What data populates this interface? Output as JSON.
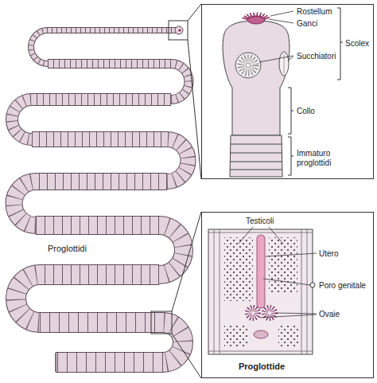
{
  "diagram": {
    "nodes": [
      {
        "text": [
          "Rostellum",
          "Ganci",
          "Scolex",
          "Succhiatori",
          "Collo",
          "Immaturo proglottidi"
        ]
      },
      {
        "text": [
          "Testicoli",
          "Utero",
          "Poro genitale",
          "Ovaie",
          "Proglottide"
        ]
      }
    ],
    "labels": [
      "Proglottidi"
    ]
  }
}
